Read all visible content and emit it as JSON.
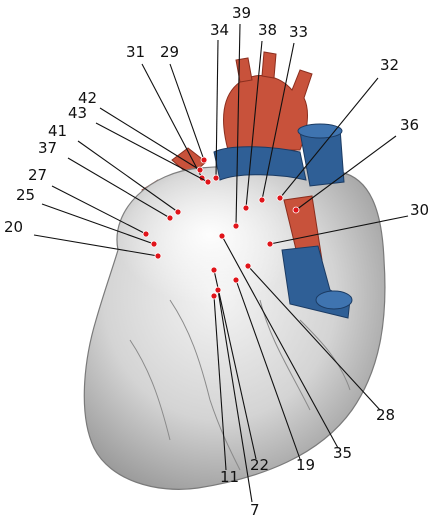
{
  "colors": {
    "heart": "#d9d9d9",
    "heart_shadow": "#9a9a9a",
    "artery": "#c8523b",
    "vein": "#2f5f96",
    "point": "#e0141a",
    "line": "#111111"
  },
  "labels": [
    "39",
    "34",
    "38",
    "33",
    "31",
    "29",
    "32",
    "42",
    "43",
    "36",
    "41",
    "37",
    "27",
    "30",
    "25",
    "20",
    "28",
    "35",
    "19",
    "22",
    "11",
    "7"
  ]
}
